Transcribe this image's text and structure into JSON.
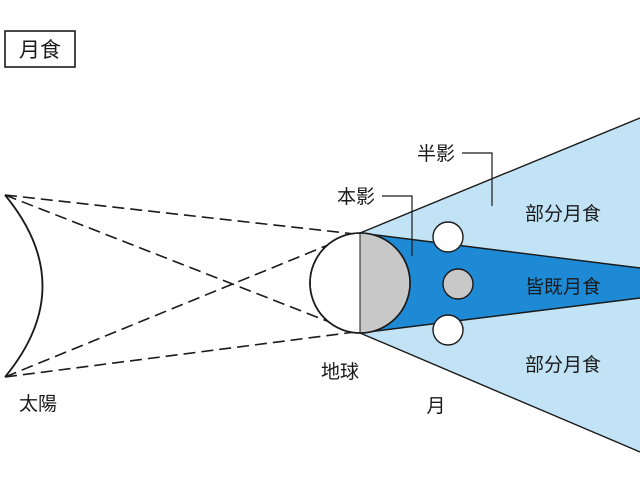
{
  "title": "月食",
  "labels": {
    "sun": "太陽",
    "earth": "地球",
    "moon": "月",
    "umbra": "本影",
    "penumbra": "半影",
    "partial_top": "部分月食",
    "total": "皆既月食",
    "partial_bottom": "部分月食"
  },
  "colors": {
    "penumbra": "#c2e3f5",
    "umbra": "#1e8ad6",
    "earth_night": "#c8c8c8",
    "moon_shadowed": "#c8c8c8",
    "outline": "#1a1a1a",
    "background": "#ffffff"
  }
}
